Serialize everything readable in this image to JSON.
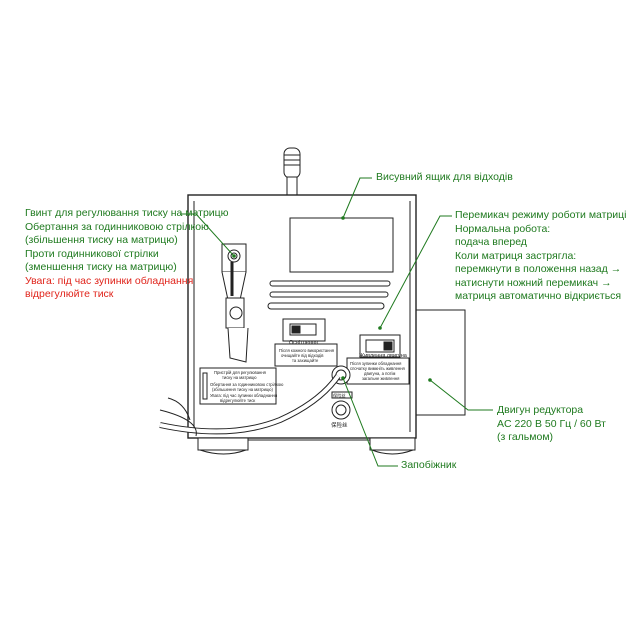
{
  "labels": {
    "drawer": "Висувний ящик для відходів",
    "screw": {
      "title": "Гвинт для регулювання тиску на матрицю",
      "line1": "Обертання за годинниковою стрілкою",
      "line2": "(збільшення тиску на матрицю)",
      "line3": "Проти годинникової стрілки",
      "line4": "(зменшення тиску на матрицю)",
      "warning": "Увага: під час зупинки обладнання",
      "warning2": "відрегулюйте тиск"
    },
    "mode_switch": {
      "title": "Перемикач режиму роботи матриці",
      "line1": "Нормальна робота:",
      "line2": "подача вперед",
      "line3": "Коли матриця застрягла:",
      "line4": "перемкнути в положення назад →",
      "line5": "натиснути ножний перемикач →",
      "line6": "матриця автоматично відкриється"
    },
    "motor": {
      "title": "Двигун редуктора",
      "line1": "AC 220 В 50  Гц / 60 Вт",
      "line2": "(з гальмом)"
    },
    "fuse": "Запобіжник"
  },
  "device_text": {
    "lighting_title": "Освітлення",
    "lighting_note1": "Після кожного використання",
    "lighting_note2": "очищайте від відходів",
    "lighting_note3": "та захищайте",
    "power_title": "Живлення двигуна",
    "power_note1": "Після зупинки обладнання",
    "power_note2": "спочатку вимкніть живлення",
    "power_note3": "двигуна, а потім",
    "power_note4": "загальне живлення",
    "pressure_title1": "Пристрій для регулювання",
    "pressure_title2": "тиску на матрицю",
    "pressure_note1": "Обертання за годинниковою стрілкою",
    "pressure_note2": "(збільшення тиску на матрицю)",
    "pressure_note3": "Увага: під час зупинки обладнання",
    "pressure_note4": "відрегулюйте тиск",
    "small_cn1": "保险丝",
    "small_cn2": "保险丝"
  },
  "colors": {
    "callout": "#1f7a1f",
    "warning": "#e0241b",
    "outline": "#222222"
  }
}
